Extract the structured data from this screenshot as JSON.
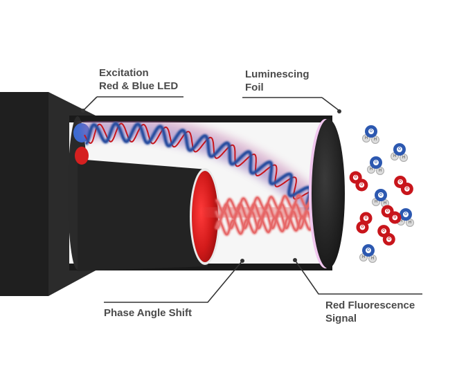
{
  "labels": {
    "excitation_line1": "Excitation",
    "excitation_line2": "Red & Blue LED",
    "foil_line1": "Luminescing",
    "foil_line2": "Foil",
    "phase": "Phase Angle Shift",
    "red_line1": "Red Fluorescence",
    "red_line2": "Signal"
  },
  "colors": {
    "body": "#262626",
    "red": "#c8151b",
    "blue": "#2a4fa0",
    "foil": "#e6a8e6",
    "leader": "#333333",
    "text": "#4a4a4a"
  },
  "molecules": {
    "water_atoms": [
      "O",
      "H",
      "H"
    ],
    "oxygen_atoms": [
      "O",
      "O"
    ]
  }
}
